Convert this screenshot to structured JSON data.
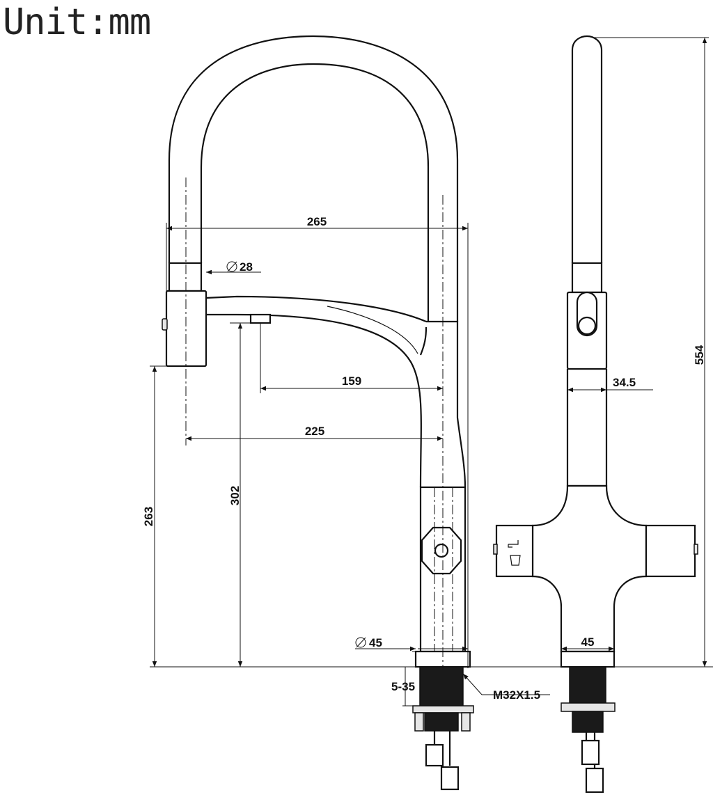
{
  "unit_label": "Unit:mm",
  "dimensions": {
    "d265": "265",
    "d28": "28",
    "d159": "159",
    "d225": "225",
    "d302": "302",
    "d263": "263",
    "d45_front": "45",
    "d5_35": "5-35",
    "thread": "M32X1.5",
    "d554": "554",
    "d34_5": "34.5",
    "d45_side": "45"
  }
}
